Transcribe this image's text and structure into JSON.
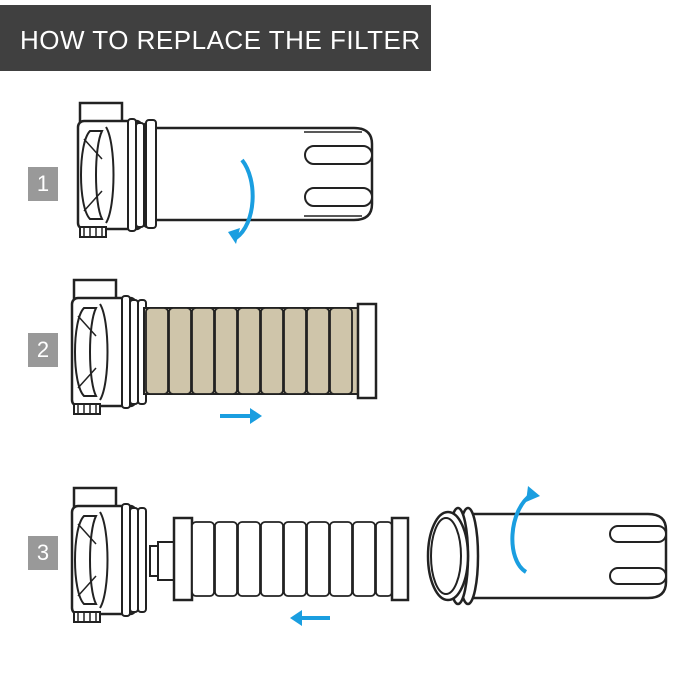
{
  "header": {
    "title": "HOW TO REPLACE THE FILTER"
  },
  "steps": [
    {
      "number": "1"
    },
    {
      "number": "2"
    },
    {
      "number": "3"
    }
  ],
  "colors": {
    "banner": "#404040",
    "badge": "#999999",
    "arrow": "#1a9ee0",
    "dirty_filter": "#cfc5aa",
    "outline": "#222222"
  }
}
